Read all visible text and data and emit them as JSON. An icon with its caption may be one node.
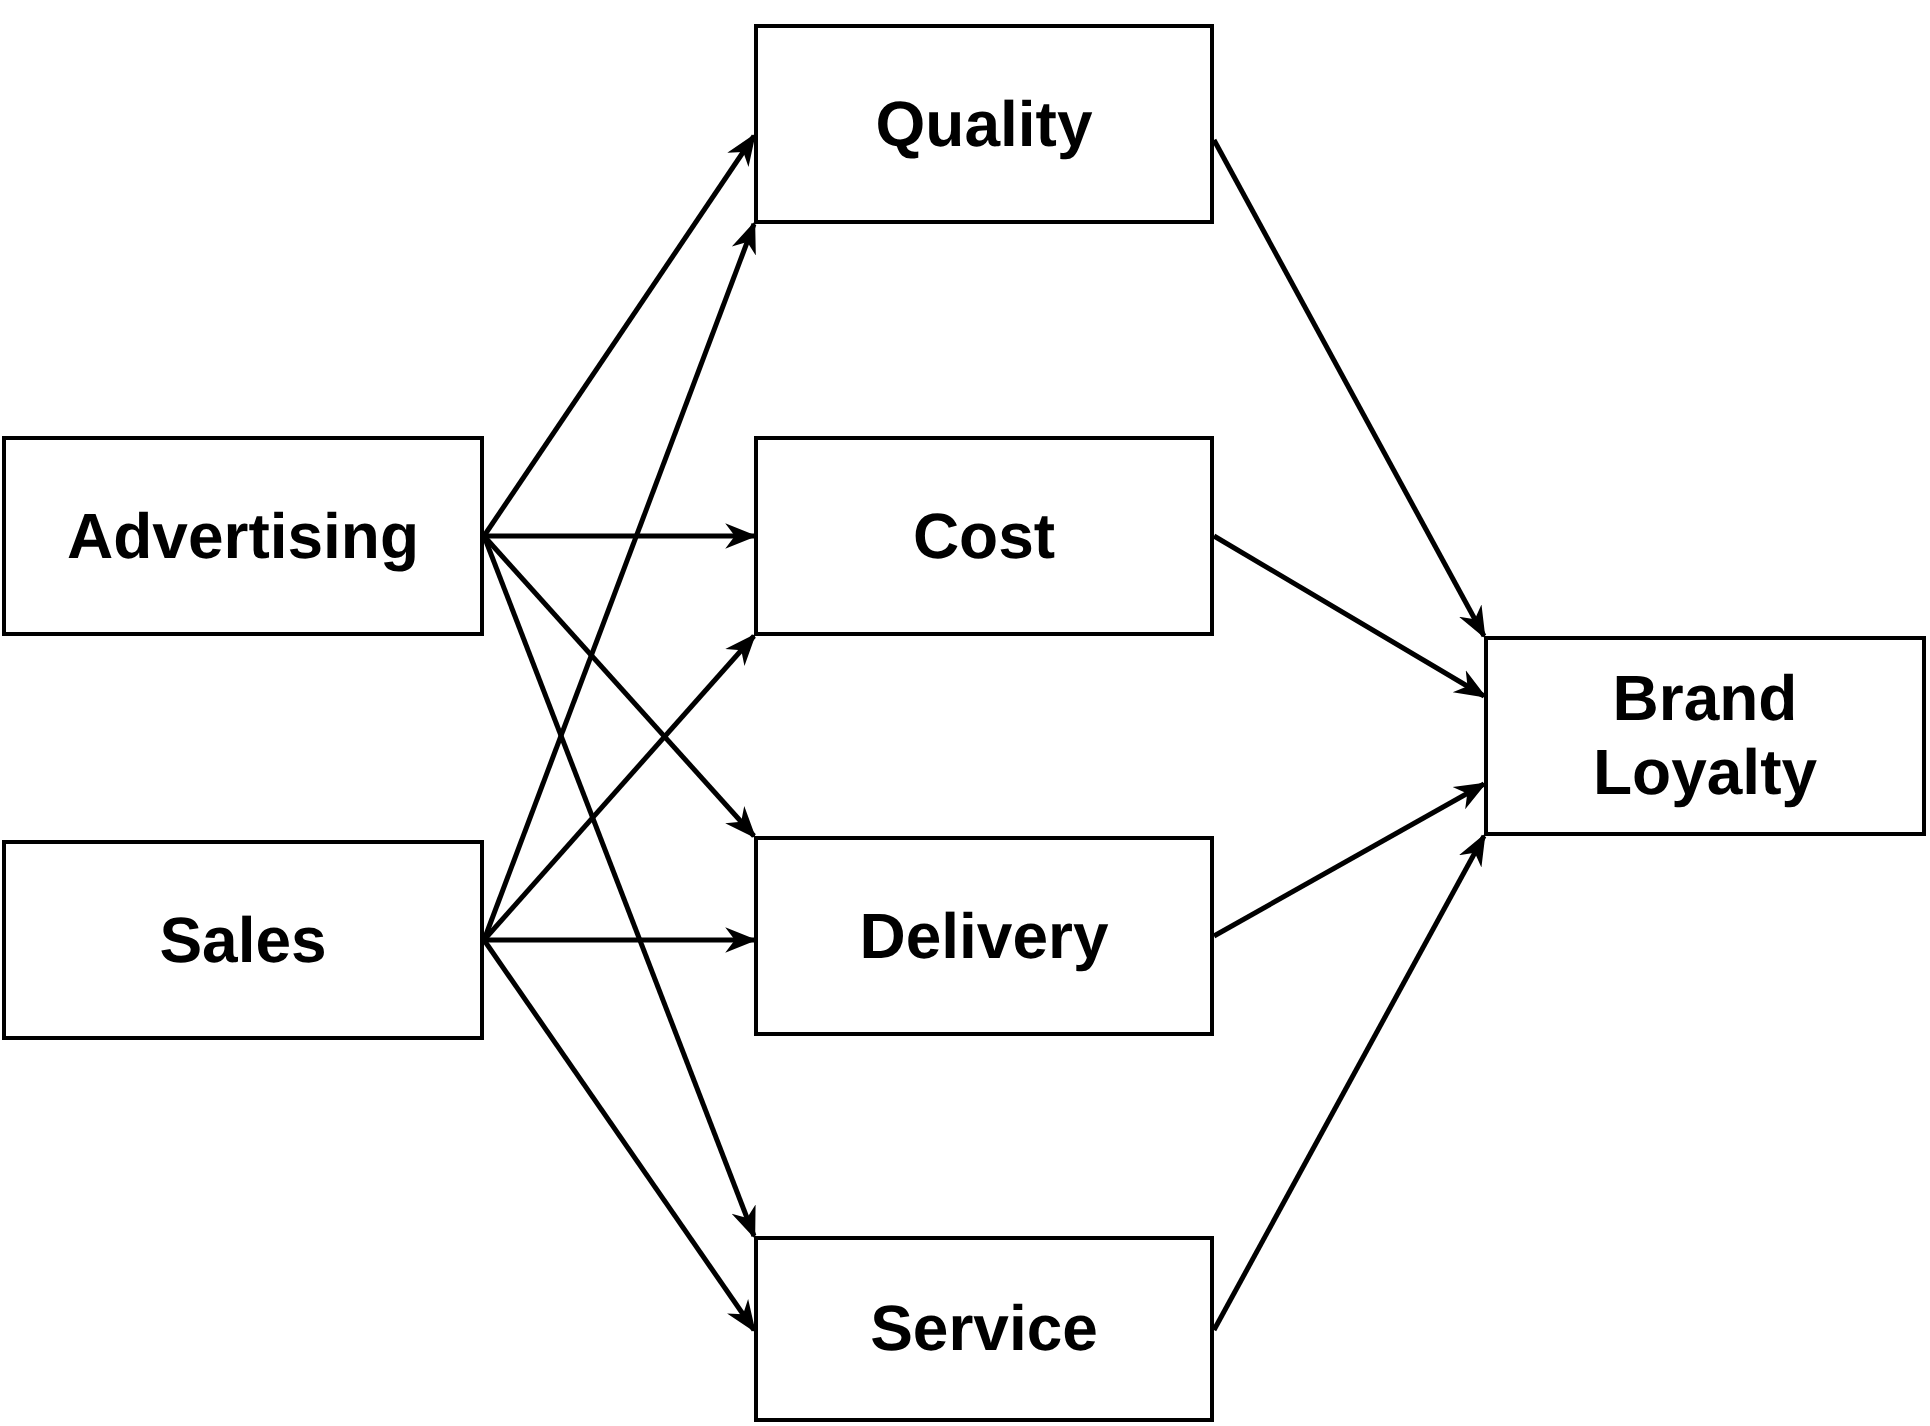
{
  "diagram": {
    "nodes": [
      {
        "text": [
          "Advertising"
        ]
      },
      {
        "text": [
          "Sales"
        ]
      },
      {
        "text": [
          "Quality"
        ]
      },
      {
        "text": [
          "Cost"
        ]
      },
      {
        "text": [
          "Delivery"
        ]
      },
      {
        "text": [
          "Service"
        ]
      },
      {
        "text": [
          "Brand Loyalty"
        ]
      }
    ],
    "edges": [
      {
        "from": 0,
        "to": 2,
        "arrow": "to"
      },
      {
        "from": 0,
        "to": 3,
        "arrow": "to"
      },
      {
        "from": 0,
        "to": 4,
        "arrow": "to"
      },
      {
        "from": 0,
        "to": 5,
        "arrow": "to"
      },
      {
        "from": 1,
        "to": 2,
        "arrow": "to"
      },
      {
        "from": 1,
        "to": 3,
        "arrow": "to"
      },
      {
        "from": 1,
        "to": 4,
        "arrow": "to"
      },
      {
        "from": 1,
        "to": 5,
        "arrow": "to"
      },
      {
        "from": 2,
        "to": 6,
        "arrow": "to"
      },
      {
        "from": 3,
        "to": 6,
        "arrow": "to"
      },
      {
        "from": 4,
        "to": 6,
        "arrow": "to"
      },
      {
        "from": 5,
        "to": 6,
        "arrow": "to"
      }
    ]
  }
}
